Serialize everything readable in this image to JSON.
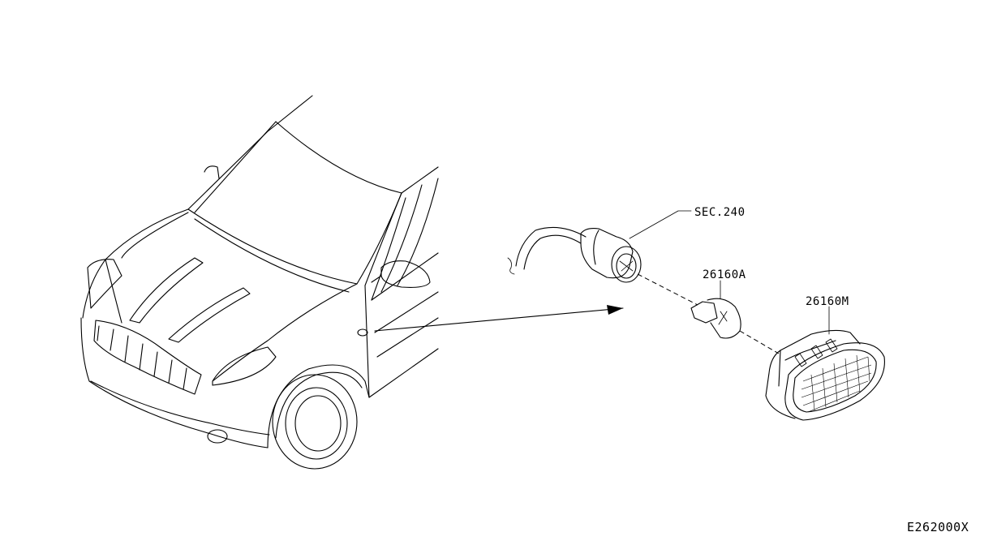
{
  "diagram": {
    "callouts": [
      {
        "id": "harness",
        "label": "SEC.240"
      },
      {
        "id": "bulb",
        "label": "26160A"
      },
      {
        "id": "lamp",
        "label": "26160M"
      }
    ],
    "figure_code": "E262000X"
  }
}
